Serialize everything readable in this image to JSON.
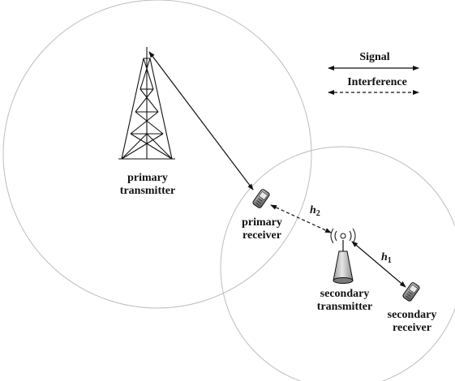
{
  "legend": {
    "signal_label": "Signal",
    "interference_label": "Interference"
  },
  "nodes": {
    "primary_transmitter": {
      "line1": "primary",
      "line2": "transmitter"
    },
    "primary_receiver": {
      "line1": "primary",
      "line2": "receiver"
    },
    "secondary_transmitter": {
      "line1": "secondary",
      "line2": "transmitter"
    },
    "secondary_receiver": {
      "line1": "secondary",
      "line2": "receiver"
    }
  },
  "channels": {
    "h1": {
      "symbol": "h",
      "subscript": "1"
    },
    "h2": {
      "symbol": "h",
      "subscript": "2"
    }
  },
  "colors": {
    "ink": "#111111",
    "circle": "#bdbdbd",
    "phone_fill": "#8a8a8a",
    "tower_fill": "#d4d4d4"
  }
}
